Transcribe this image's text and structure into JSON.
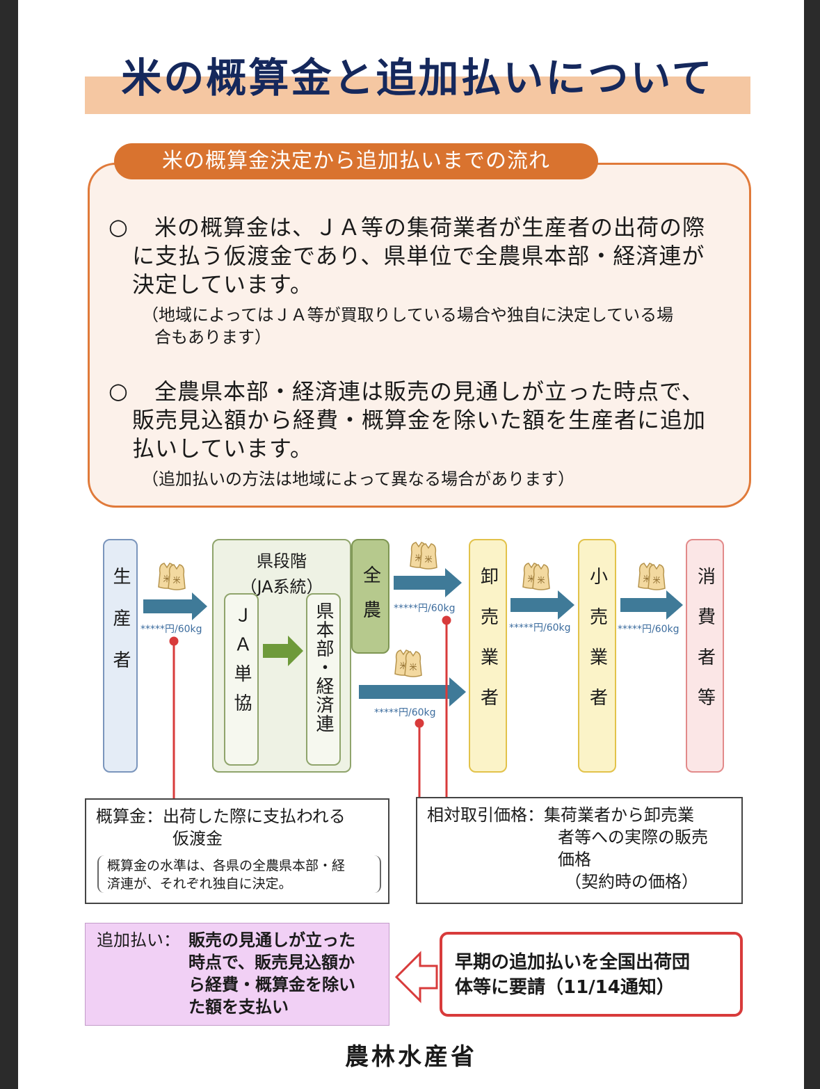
{
  "title": "米の概算金と追加払いについて",
  "flow_section": {
    "heading": "米の概算金決定から追加払いまでの流れ",
    "bullet1": {
      "mark": "○",
      "lines": [
        "米の概算金は、ＪＡ等の集荷業者が生産者の出荷の際",
        "に支払う仮渡金であり、県単位で全農県本部・経済連が",
        "決定しています。"
      ],
      "note": [
        "（地域によってはＪＡ等が買取りしている場合や独自に決定している場",
        "合もあります）"
      ]
    },
    "bullet2": {
      "mark": "○",
      "lines": [
        "全農県本部・経済連は販売の見通しが立った時点で、",
        "販売見込額から経費・概算金を除いた額を生産者に追加",
        "払いしています。"
      ],
      "note": [
        "（追加払いの方法は地域によって異なる場合があります）"
      ]
    }
  },
  "diagram": {
    "producer": "生産者",
    "prefecture_stage": {
      "title": "県段階",
      "subtitle": "（JA系統）",
      "ja_coop": "ＪＡ単協",
      "pref_hq": "県本部・経済連"
    },
    "zennoh": "全農",
    "wholesaler": "卸売業者",
    "retailer": "小売業者",
    "consumer": "消費者等",
    "price_label": "*****円/60kg"
  },
  "advance_box": {
    "label": "概算金：出荷した際に支払われる",
    "label2": "仮渡金",
    "note1": "概算金の水準は、各県の全農県本部・経",
    "note2": "済連が、それぞれ独自に決定。"
  },
  "relative_box": {
    "label": "相対取引価格：集荷業者から卸売業",
    "lines": [
      "者等への実際の販売",
      "価格",
      "（契約時の価格）"
    ]
  },
  "additional_box": {
    "label": "追加払い：",
    "lines": [
      "販売の見通しが立った",
      "時点で、販売見込額か",
      "ら経費・概算金を除い",
      "た額を支払い"
    ]
  },
  "request_box": {
    "lines": [
      "早期の追加払いを全国出荷団",
      "体等に要請（11/14通知）"
    ]
  },
  "footer": "農林水産省",
  "colors": {
    "title_band": "#f5c7a2",
    "accent_orange": "#d9732f",
    "arrow_blue": "#3f7a98",
    "arrow_green": "#6e9a3a",
    "red_line": "#d83b3b"
  }
}
